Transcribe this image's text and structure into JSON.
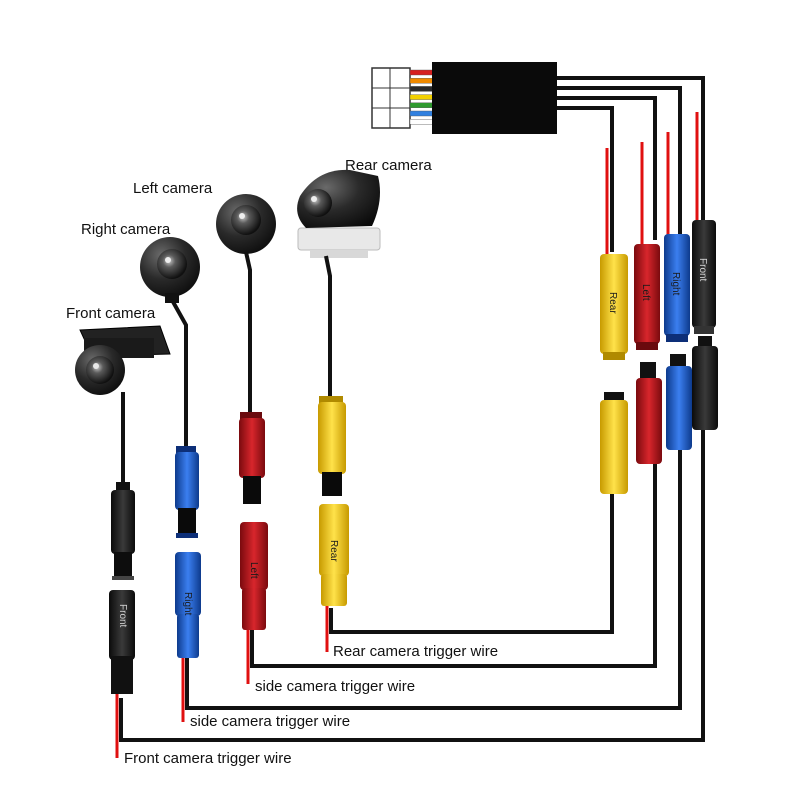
{
  "cameras": {
    "front": {
      "name": "Front camera",
      "connector_label": "Front",
      "trigger_label": "Front camera trigger wire"
    },
    "right": {
      "name": "Right camera",
      "connector_label": "Right",
      "trigger_label": "side camera trigger wire"
    },
    "left": {
      "name": "Left camera",
      "connector_label": "Left",
      "trigger_label": "side camera trigger wire"
    },
    "rear": {
      "name": "Rear camera",
      "connector_label": "Rear",
      "trigger_label": "Rear camera trigger wire"
    }
  },
  "colors": {
    "wire": "#111111",
    "trigger_wire": "#e01010",
    "front_connector": "#1c1c1c",
    "right_connector": "#1e5fd6",
    "left_connector": "#c0141a",
    "rear_connector": "#f5c400"
  },
  "harness_pins": [
    "#d62020",
    "#f08a00",
    "#2a2a2a",
    "#f2d000",
    "#2f9a2f",
    "#3080e0",
    "#ffffff"
  ]
}
